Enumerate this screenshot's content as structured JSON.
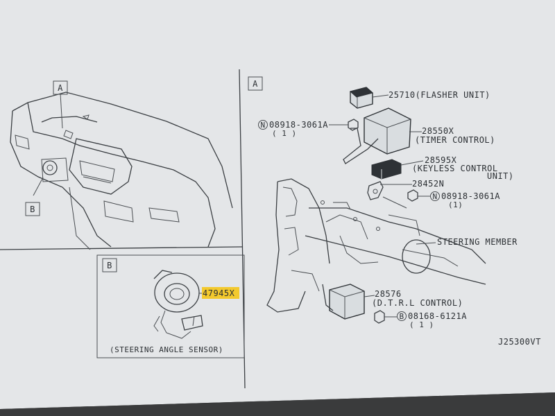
{
  "callouts": {
    "box_a_left": "A",
    "box_a_right": "A",
    "box_b_left": "B",
    "box_b_inset": "B"
  },
  "parts": [
    {
      "id": "flasher",
      "number": "25710",
      "name": "(FLASHER UNIT)"
    },
    {
      "id": "bolt1",
      "prefix": "N",
      "number": "08918-3061A",
      "qty": "( 1 )"
    },
    {
      "id": "timer",
      "number": "28550X",
      "name": "(TIMER CONTROL)"
    },
    {
      "id": "keyless",
      "number": "28595X",
      "name": "(KEYLESS CONTROL",
      "name2": "UNIT)"
    },
    {
      "id": "bracket",
      "number": "28452N"
    },
    {
      "id": "bolt2",
      "prefix": "N",
      "number": "08918-3061A",
      "qty": "(1)"
    },
    {
      "id": "steering_member",
      "name": "STEERING MEMBER"
    },
    {
      "id": "drl",
      "number": "28576",
      "name": "(D.T.R.L CONTROL)"
    },
    {
      "id": "bolt3",
      "prefix": "B",
      "number": "08168-6121A",
      "qty": "( 1 )"
    }
  ],
  "sensor": {
    "number": "47945X",
    "caption": "(STEERING ANGLE SENSOR)"
  },
  "diagram_code": "J25300VT",
  "colors": {
    "paper": "#e6e8ea",
    "ink": "#2e3236",
    "highlight": "#f3c92e"
  }
}
